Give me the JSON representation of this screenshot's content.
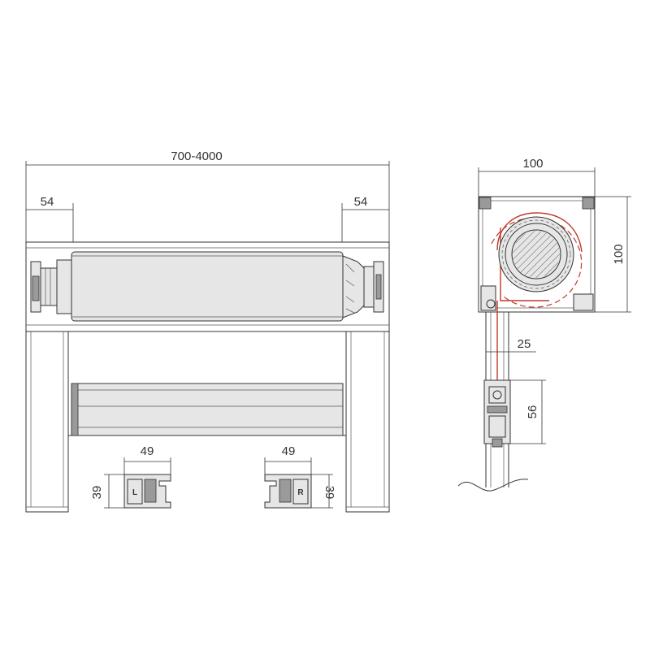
{
  "dimensions": {
    "width_range": "700-4000",
    "left_offset": "54",
    "right_offset": "54",
    "box_width": "100",
    "box_height": "100",
    "guide_width": "25",
    "guide_height": "56",
    "left_guide_width": "49",
    "left_guide_height": "39",
    "right_guide_width": "49",
    "right_guide_height": "39"
  },
  "guide_labels": {
    "left": "L",
    "right": "R"
  },
  "colors": {
    "line": "#333333",
    "accent": "#c0392b",
    "fill": "#e6e6e6"
  }
}
